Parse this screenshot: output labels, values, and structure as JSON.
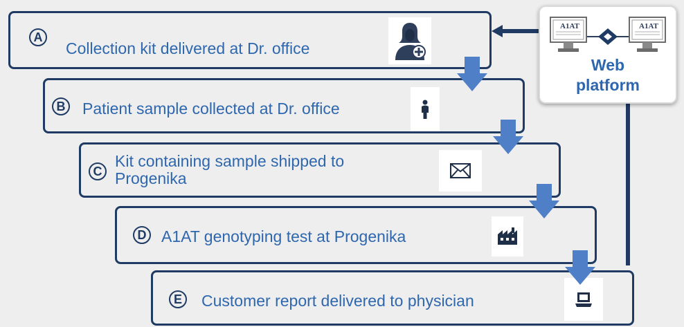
{
  "colors": {
    "frame": "#1f3b63",
    "text": "#2e67ae",
    "arrow": "#4f7fc6",
    "background": "#eeeeee"
  },
  "steps": [
    {
      "letter": "A",
      "text": "Collection kit delivered at Dr. office",
      "icon": "doctor-icon"
    },
    {
      "letter": "B",
      "text": "Patient sample collected at Dr. office",
      "icon": "person-icon"
    },
    {
      "letter": "C",
      "text": "Kit containing sample shipped to\nProgenika",
      "icon": "envelope-icon"
    },
    {
      "letter": "D",
      "text": "A1AT genotyping test at Progenika",
      "icon": "factory-icon"
    },
    {
      "letter": "E",
      "text": "Customer report delivered to physician",
      "icon": "laptop-icon"
    }
  ],
  "web_platform": {
    "label": "Web\nplatform",
    "screen_label": "A1AT",
    "icon": "computer-network-icon"
  }
}
